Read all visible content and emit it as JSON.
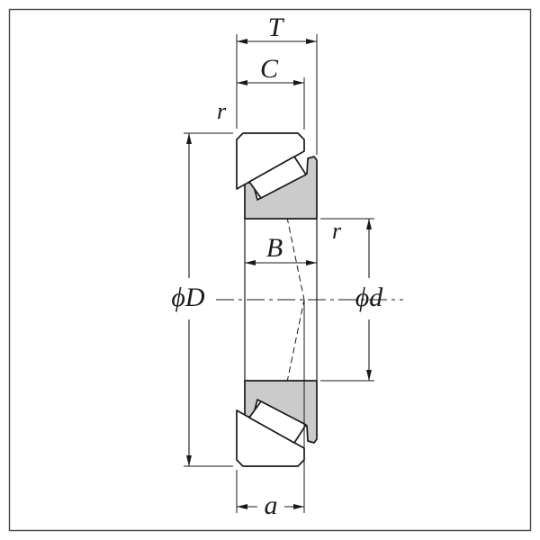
{
  "dimensions": {
    "T": "T",
    "C": "C",
    "B": "B",
    "a": "a",
    "r_outer": "r",
    "r_inner": "r",
    "phi_D": "ϕD",
    "phi_d": "ϕd"
  },
  "colors": {
    "line": "#1a1a1a",
    "ring_fill": "#cbcbcb",
    "roller_fill": "#ffffff",
    "background": "#ffffff",
    "frame": "#454545"
  }
}
